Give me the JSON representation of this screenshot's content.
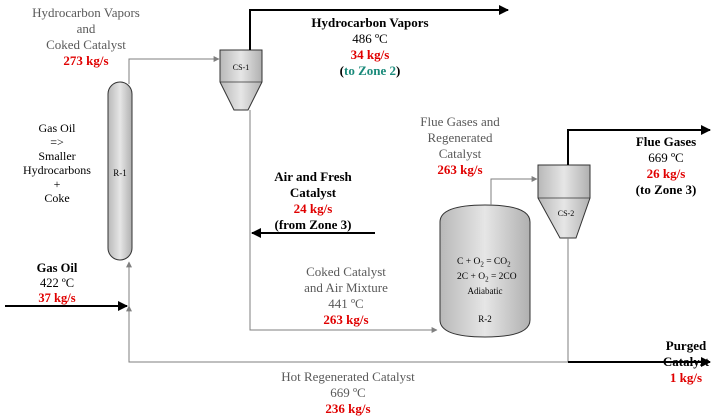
{
  "reactor": {
    "label": "R-1",
    "reaction": [
      "Gas Oil",
      "=>",
      "Smaller",
      "Hydrocarbons",
      "+",
      "Coke"
    ]
  },
  "reactor_outlet": {
    "lines": [
      "Hydrocarbon Vapors",
      "and",
      "Coked Catalyst"
    ],
    "flow": "273 kg/s"
  },
  "separator1": {
    "label": "CS-1"
  },
  "vapors_out": {
    "title": "Hydrocarbon Vapors",
    "temp": "486 ºC",
    "flow": "34 kg/s",
    "dest": "(to Zone 2)"
  },
  "air_feed": {
    "lines": [
      "Air and Fresh",
      "Catalyst"
    ],
    "flow": "24 kg/s",
    "source": "(from Zone 3)"
  },
  "gas_oil_feed": {
    "title": "Gas Oil",
    "temp": "422 ºC",
    "flow": "37 kg/s"
  },
  "coked_mixture": {
    "lines": [
      "Coked Catalyst",
      "and Air Mixture"
    ],
    "temp": "441 ºC",
    "flow": "263 kg/s"
  },
  "regenerator": {
    "label": "R-2",
    "eq1": {
      "a": "C  + O",
      "b": "2",
      "c": " = CO",
      "d": "2"
    },
    "eq2": {
      "a": "2C + O",
      "b": "2",
      "c": " = 2CO"
    },
    "mode": "Adiabatic"
  },
  "flue_gas_catalyst": {
    "lines": [
      "Flue Gases and",
      "Regenerated",
      "Catalyst"
    ],
    "flow": "263 kg/s"
  },
  "separator2": {
    "label": "CS-2"
  },
  "flue_out": {
    "title": "Flue Gases",
    "temp": "669 ºC",
    "flow": "26 kg/s",
    "dest": "(to Zone 3)"
  },
  "purge": {
    "lines": [
      "Purged",
      "Catalyst"
    ],
    "flow": "1 kg/s"
  },
  "hot_catalyst": {
    "title": "Hot Regenerated Catalyst",
    "temp": "669 ºC",
    "flow": "236 kg/s"
  }
}
